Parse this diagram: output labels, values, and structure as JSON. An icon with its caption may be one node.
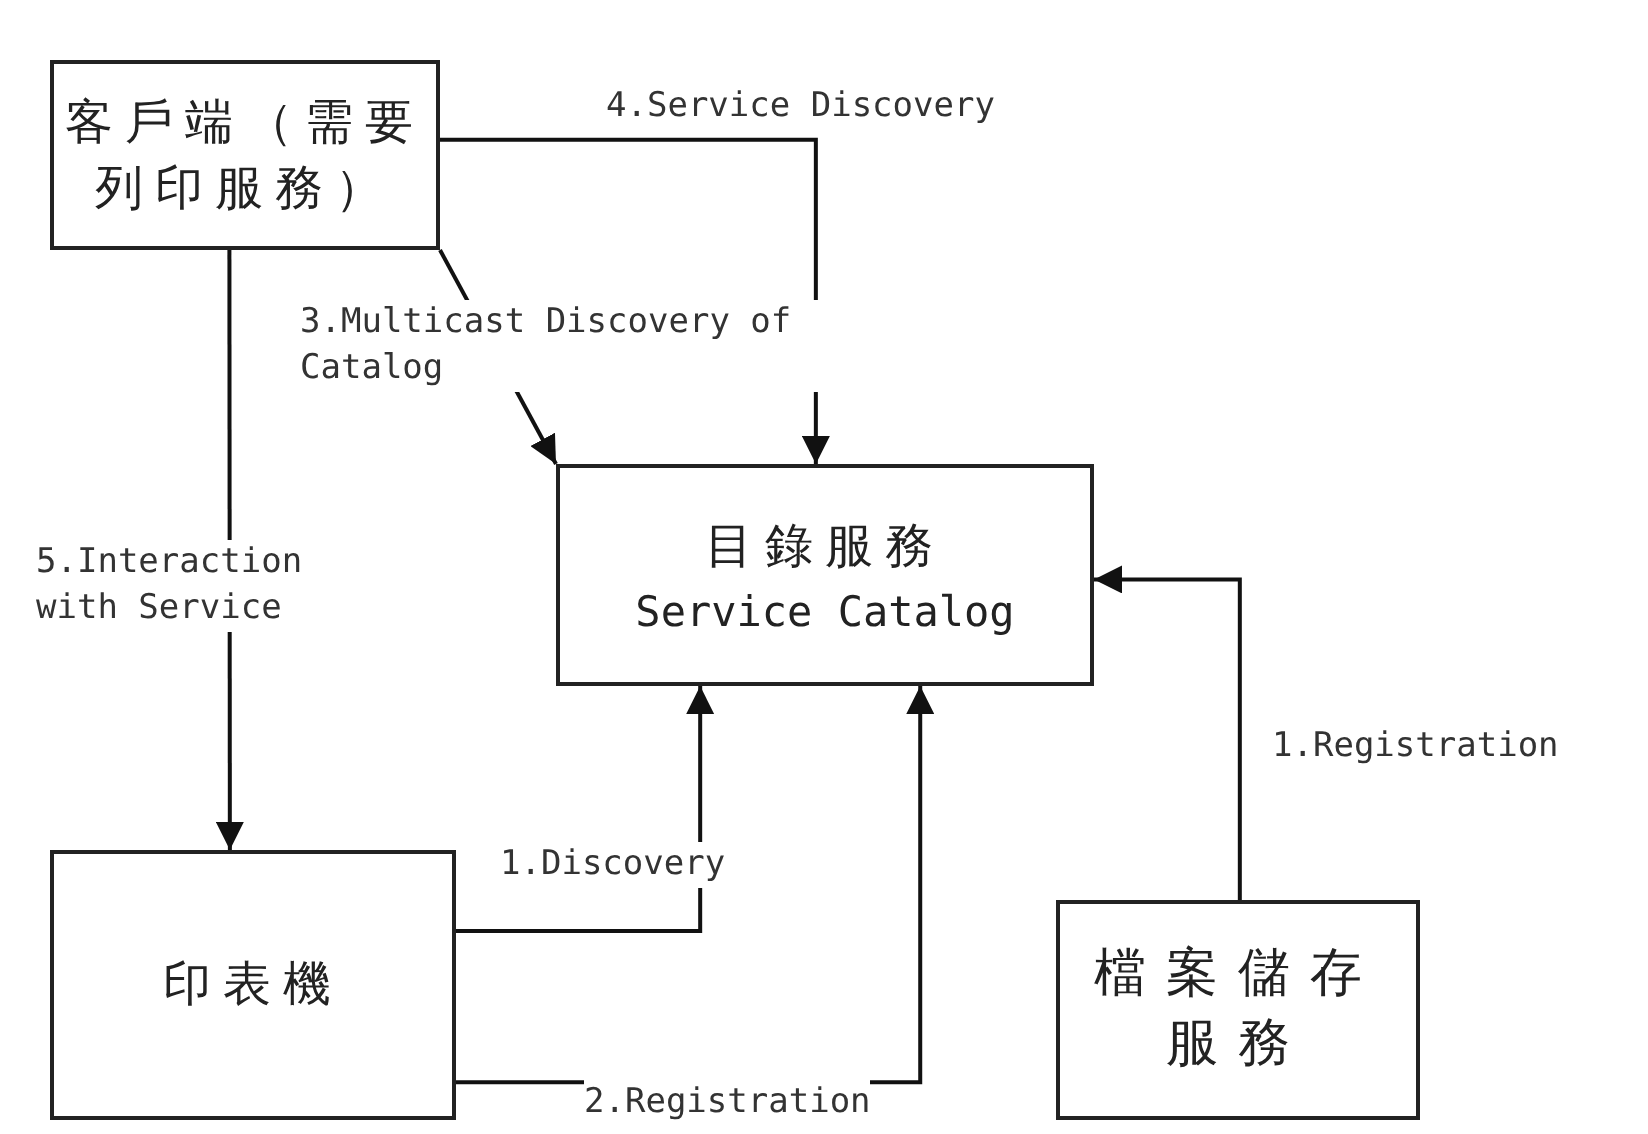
{
  "diagram": {
    "nodes": [
      {
        "text": [
          "客戶端（需要列印服務）"
        ]
      },
      {
        "text": [
          "目錄服務",
          "Service Catalog"
        ]
      },
      {
        "text": [
          "印表機"
        ]
      },
      {
        "text": [
          "檔案儲存服務"
        ]
      }
    ],
    "edges": [
      {
        "from": 0,
        "to": 1,
        "arrow": "to",
        "label": "4.Service Discovery"
      },
      {
        "from": 0,
        "to": 1,
        "arrow": "to",
        "label": "3.Multicast Discovery of Catalog"
      },
      {
        "from": 0,
        "to": 2,
        "arrow": "to",
        "label": "5.Interaction with Service"
      },
      {
        "from": 2,
        "to": 1,
        "arrow": "to",
        "label": "1.Discovery"
      },
      {
        "from": 2,
        "to": 1,
        "arrow": "to",
        "label": "2.Registration"
      },
      {
        "from": 3,
        "to": 1,
        "arrow": "to",
        "label": "1.Registration"
      }
    ]
  }
}
